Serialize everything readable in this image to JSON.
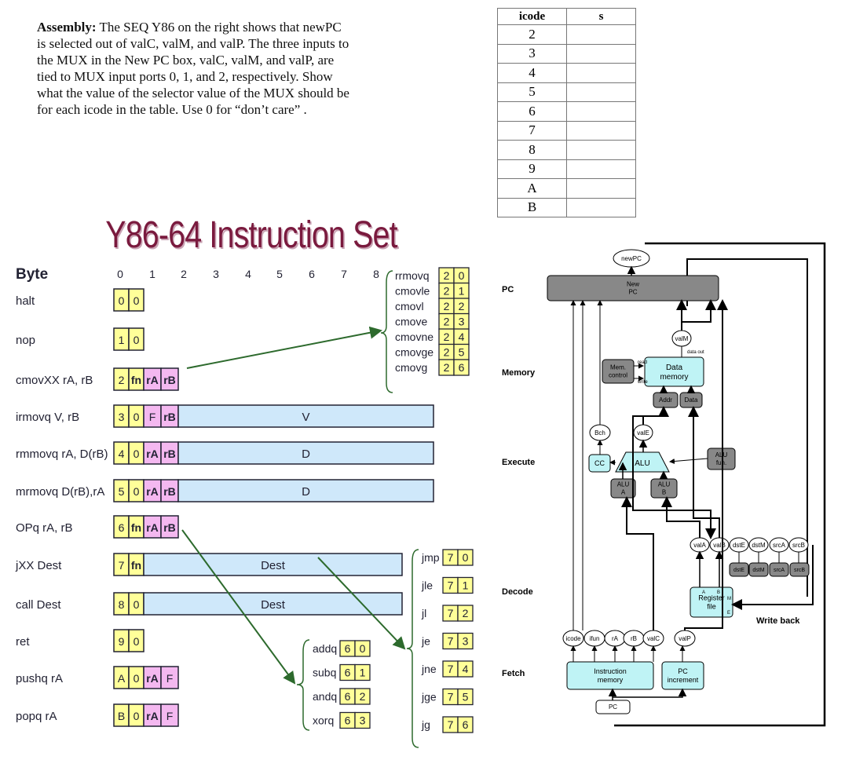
{
  "question": {
    "heading": "Assembly:",
    "text": " The SEQ Y86 on the right shows that newPC is selected out of valC, valM, and valP. The three inputs to the MUX in the New PC box, valC, valM, and valP, are tied to MUX input ports 0, 1, and 2, respectively. Show what the value of the selector value of the MUX should be for each icode in the table. Use 0 for “don’t care” ."
  },
  "table": {
    "headers": [
      "icode",
      "s"
    ],
    "rows": [
      "2",
      "3",
      "4",
      "5",
      "6",
      "7",
      "8",
      "9",
      "A",
      "B"
    ]
  },
  "isa": {
    "title": "Y86-64 Instruction Set",
    "byte_label": "Byte",
    "byte_numbers": [
      "0",
      "1",
      "2",
      "3",
      "4",
      "5",
      "6",
      "7",
      "8"
    ],
    "instructions": [
      {
        "name": "halt",
        "cells": [
          "0",
          "0"
        ]
      },
      {
        "name": "nop",
        "cells": [
          "1",
          "0"
        ]
      },
      {
        "name": "cmovXX rA, rB",
        "cells": [
          "2",
          "fn",
          "rA",
          "rB"
        ]
      },
      {
        "name": "irmovq V, rB",
        "cells": [
          "3",
          "0",
          "F",
          "rB"
        ],
        "long": "V"
      },
      {
        "name": "rmmovq rA, D(rB)",
        "cells": [
          "4",
          "0",
          "rA",
          "rB"
        ],
        "long": "D"
      },
      {
        "name": "mrmovq D(rB),rA",
        "cells": [
          "5",
          "0",
          "rA",
          "rB"
        ],
        "long": "D"
      },
      {
        "name": "OPq rA, rB",
        "cells": [
          "6",
          "fn",
          "rA",
          "rB"
        ]
      },
      {
        "name": "jXX Dest",
        "cells": [
          "7",
          "fn"
        ],
        "long": "Dest"
      },
      {
        "name": "call Dest",
        "cells": [
          "8",
          "0"
        ],
        "long": "Dest"
      },
      {
        "name": "ret",
        "cells": [
          "9",
          "0"
        ]
      },
      {
        "name": "pushq rA",
        "cells": [
          "A",
          "0",
          "rA",
          "F"
        ]
      },
      {
        "name": "popq rA",
        "cells": [
          "B",
          "0",
          "rA",
          "F"
        ]
      }
    ],
    "cmov_group": [
      {
        "name": "rrmovq",
        "code": [
          "2",
          "0"
        ]
      },
      {
        "name": "cmovle",
        "code": [
          "2",
          "1"
        ]
      },
      {
        "name": "cmovl",
        "code": [
          "2",
          "2"
        ]
      },
      {
        "name": "cmove",
        "code": [
          "2",
          "3"
        ]
      },
      {
        "name": "cmovne",
        "code": [
          "2",
          "4"
        ]
      },
      {
        "name": "cmovge",
        "code": [
          "2",
          "5"
        ]
      },
      {
        "name": "cmovg",
        "code": [
          "2",
          "6"
        ]
      }
    ],
    "op_group": [
      {
        "name": "addq",
        "code": [
          "6",
          "0"
        ]
      },
      {
        "name": "subq",
        "code": [
          "6",
          "1"
        ]
      },
      {
        "name": "andq",
        "code": [
          "6",
          "2"
        ]
      },
      {
        "name": "xorq",
        "code": [
          "6",
          "3"
        ]
      }
    ],
    "jmp_group": [
      {
        "name": "jmp",
        "code": [
          "7",
          "0"
        ]
      },
      {
        "name": "jle",
        "code": [
          "7",
          "1"
        ]
      },
      {
        "name": "jl",
        "code": [
          "7",
          "2"
        ]
      },
      {
        "name": "je",
        "code": [
          "7",
          "3"
        ]
      },
      {
        "name": "jne",
        "code": [
          "7",
          "4"
        ]
      },
      {
        "name": "jge",
        "code": [
          "7",
          "5"
        ]
      },
      {
        "name": "jg",
        "code": [
          "7",
          "6"
        ]
      }
    ]
  },
  "seq": {
    "stages": [
      "PC",
      "Memory",
      "Execute",
      "Decode",
      "Fetch"
    ],
    "write_back": "Write back",
    "newpc": "newPC",
    "newpc_box": [
      "New",
      "PC"
    ],
    "valM": "valM",
    "data_out": "data out",
    "read": "read",
    "write": "write",
    "mem_control": [
      "Mem.",
      "control"
    ],
    "data_memory": [
      "Data",
      "memory"
    ],
    "addr": "Addr",
    "data": "Data",
    "bch": "Bch",
    "valE": "valE",
    "cc": "CC",
    "alu": "ALU",
    "alu_fun": [
      "ALU",
      "fun."
    ],
    "alu_a": [
      "ALU",
      "A"
    ],
    "alu_b": [
      "ALU",
      "B"
    ],
    "decode_ovals": [
      "valA",
      "valB",
      "dstE",
      "dstM",
      "srcA",
      "srcB"
    ],
    "decode_boxes": [
      "dstE",
      "dstM",
      "srcA",
      "srcB"
    ],
    "register_file": [
      "Register",
      "file"
    ],
    "reg_ports": [
      "A",
      "B",
      "M",
      "E"
    ],
    "fetch_ovals": [
      "icode",
      "ifun",
      "rA",
      "rB",
      "valC"
    ],
    "valP": "valP",
    "instr_mem": [
      "Instruction",
      "memory"
    ],
    "pc_inc": [
      "PC",
      "increment"
    ],
    "pc_box": "PC",
    "colors": {
      "gray": "#888888",
      "cyan": "#bff3f5",
      "yellow": "#ffff99",
      "pink": "#f4b8f0",
      "blue": "#cfe8fa"
    }
  }
}
